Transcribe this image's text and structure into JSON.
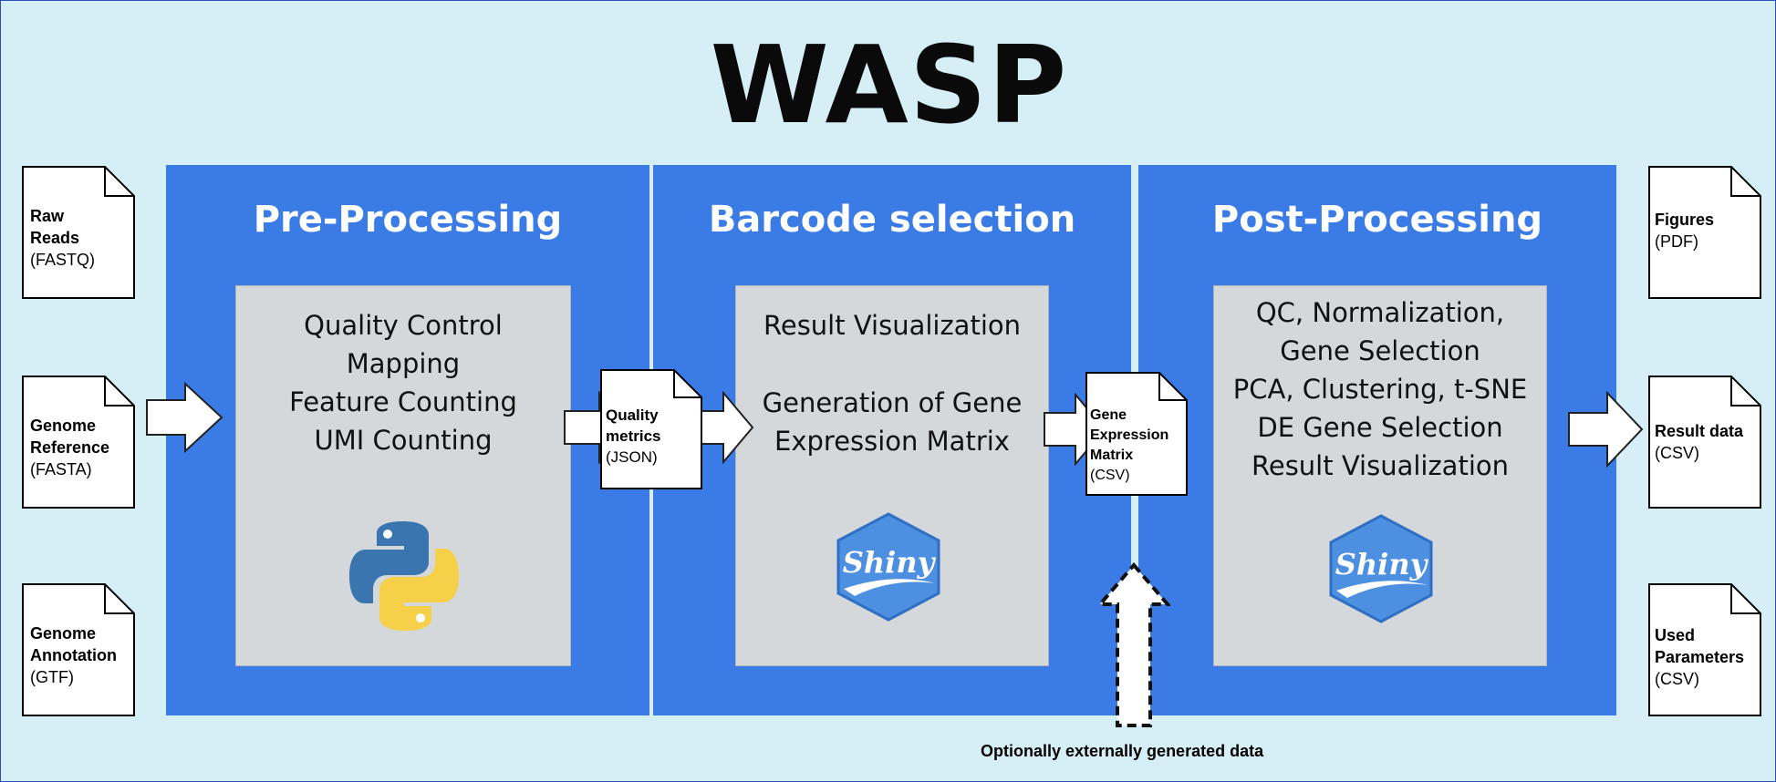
{
  "title": "WASP",
  "inputs": [
    {
      "name": "Raw Reads",
      "format": "(FASTQ)"
    },
    {
      "name": "Genome Reference",
      "format": "(FASTA)"
    },
    {
      "name": "Genome Annotation",
      "format": "(GTF)"
    }
  ],
  "outputs": [
    {
      "name": "Figures",
      "format": "(PDF)"
    },
    {
      "name": "Result data",
      "format": "(CSV)"
    },
    {
      "name": "Used Parameters",
      "format": "(CSV)"
    }
  ],
  "panels": [
    {
      "title": "Pre-Processing",
      "lines": [
        "Quality Control",
        "Mapping",
        "Feature Counting",
        "UMI Counting"
      ],
      "logo": "python-logo-icon"
    },
    {
      "title": "Barcode selection",
      "lines": [
        "Result Visualization",
        "",
        "Generation of Gene",
        "Expression Matrix"
      ],
      "logo": "shiny-logo-icon"
    },
    {
      "title": "Post-Processing",
      "lines": [
        "QC, Normalization,",
        "Gene Selection",
        "PCA, Clustering, t-SNE",
        "DE Gene Selection",
        "Result Visualization"
      ],
      "logo": "shiny-logo-icon"
    }
  ],
  "intermediates": [
    {
      "name": "Quality metrics",
      "format": "(JSON)"
    },
    {
      "name": "Gene Expression Matrix",
      "format": "(CSV)"
    }
  ],
  "logo_text": "Shiny",
  "note": "Optionally externally generated data",
  "colors": {
    "background": "#d6eef5",
    "panel": "#3a7be6",
    "inner": "#d4d8db",
    "python_blue": "#3a75b0",
    "python_yellow": "#f7d04a",
    "shiny": "#4d8fe0"
  }
}
